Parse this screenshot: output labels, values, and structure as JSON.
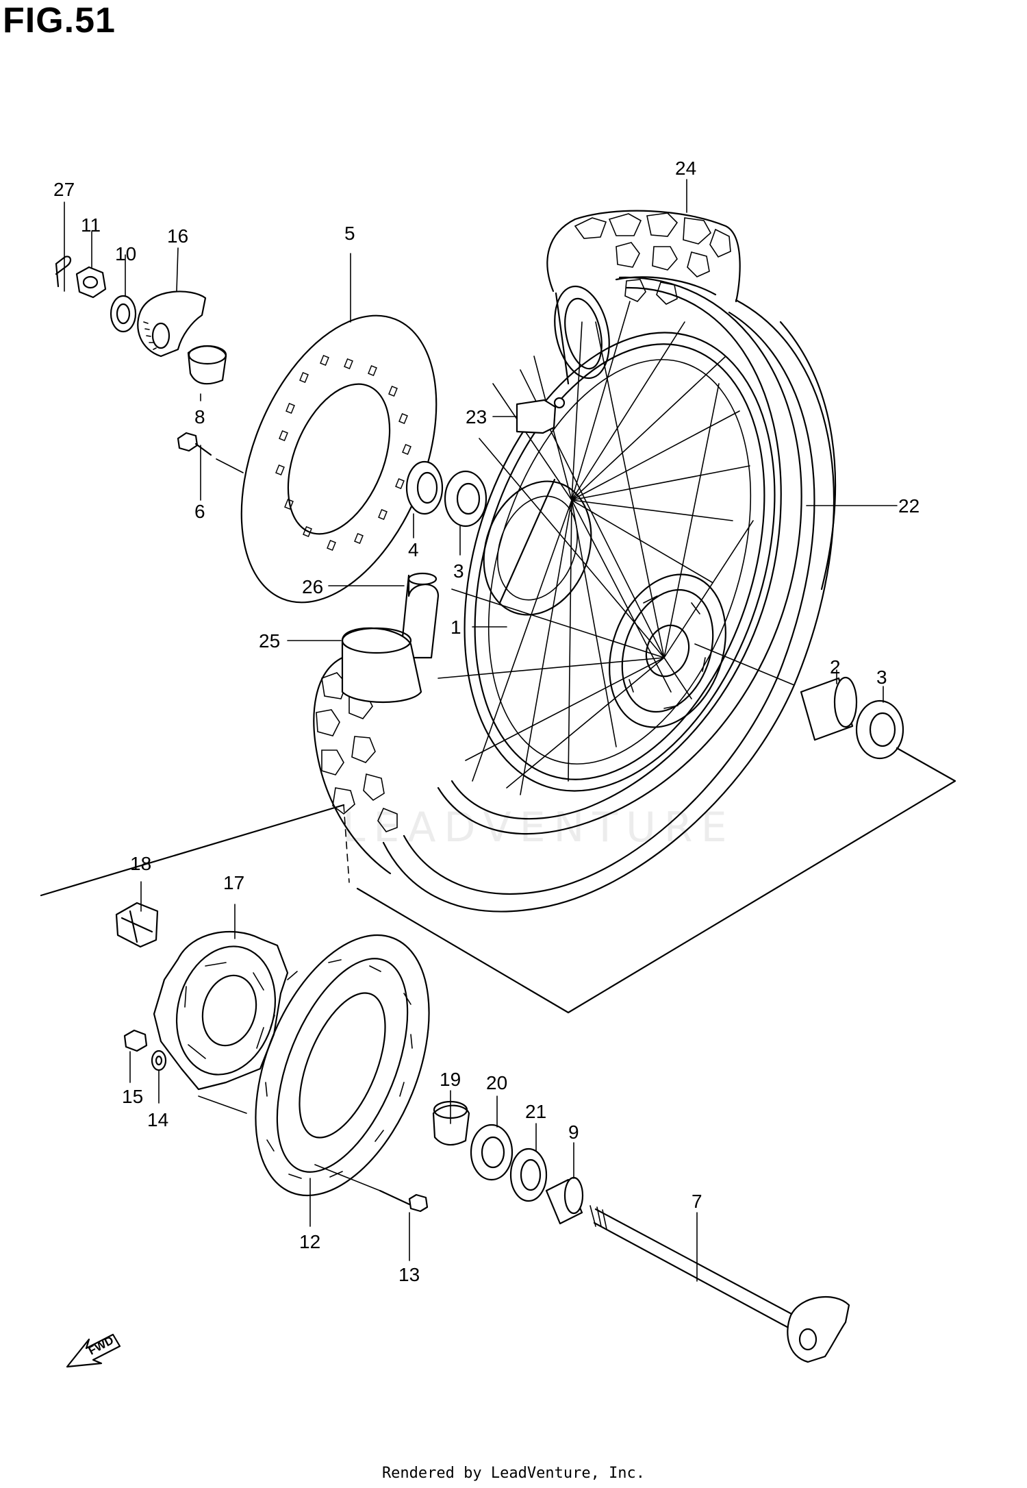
{
  "figure": {
    "title": "FIG.51"
  },
  "watermark": "LEADVENTURE",
  "fwd_label": "FWD",
  "footer": "Rendered by LeadVenture, Inc.",
  "parts": [
    "27",
    "11",
    "10",
    "16",
    "5",
    "8",
    "6",
    "4",
    "3",
    "26",
    "25",
    "1",
    "24",
    "23",
    "22",
    "2",
    "3",
    "18",
    "17",
    "15",
    "14",
    "12",
    "13",
    "19",
    "20",
    "21",
    "9",
    "7"
  ]
}
